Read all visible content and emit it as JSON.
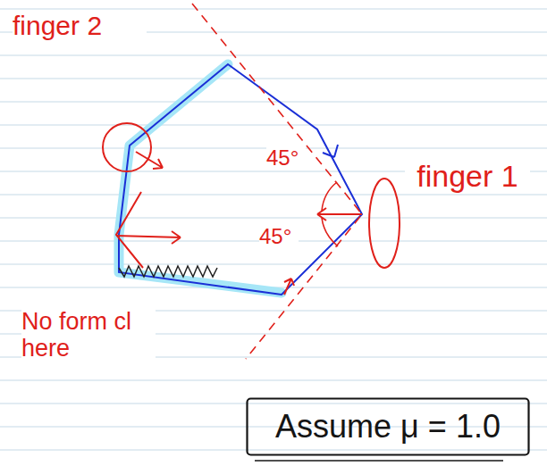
{
  "diagram": {
    "nodes": [
      {
        "text": [
          "finger 2"
        ]
      },
      {
        "text": [
          "finger 1"
        ]
      },
      {
        "text": [
          "Assume μ = 1.0"
        ]
      }
    ],
    "labels": [
      "45°",
      "45°",
      "No form cl here"
    ]
  }
}
